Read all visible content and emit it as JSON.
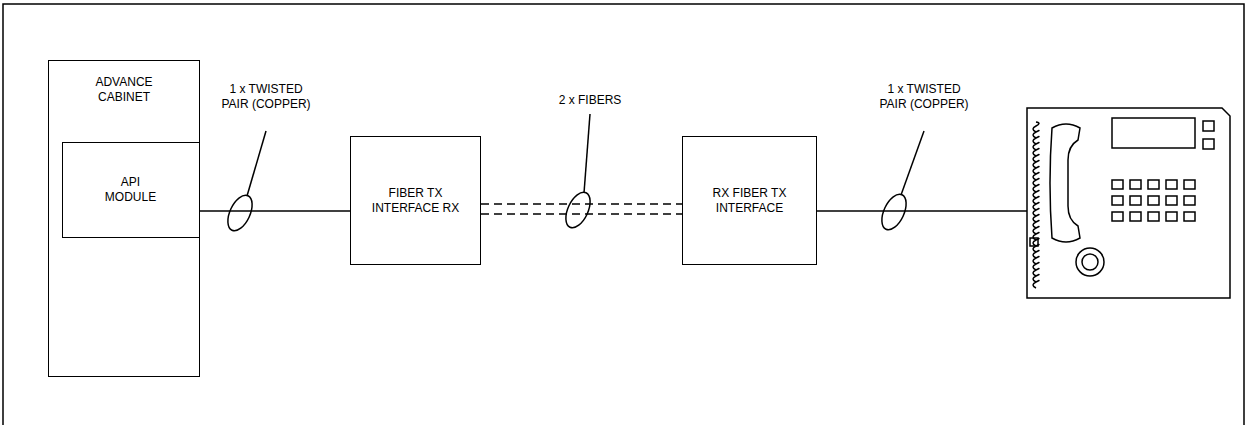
{
  "diagram": {
    "nodes": [
      {
        "text": [
          "ADVANCE CABINET"
        ]
      },
      {
        "text": [
          "API MODULE"
        ],
        "in": 0
      },
      {
        "text": [
          "FIBER TX INTERFACE RX"
        ]
      },
      {
        "text": [
          "RX FIBER TX INTERFACE"
        ]
      }
    ],
    "edges": [
      {
        "from": 1,
        "to": 2,
        "arrow": "none"
      },
      {
        "from": 2,
        "to": 3,
        "arrow": "none"
      },
      {
        "from": 2,
        "to": 3,
        "arrow": "none"
      }
    ],
    "labels": [
      "1 x TWISTED PAIR (COPPER)",
      "2 x FIBERS",
      "1 x TWISTED PAIR (COPPER)"
    ]
  }
}
